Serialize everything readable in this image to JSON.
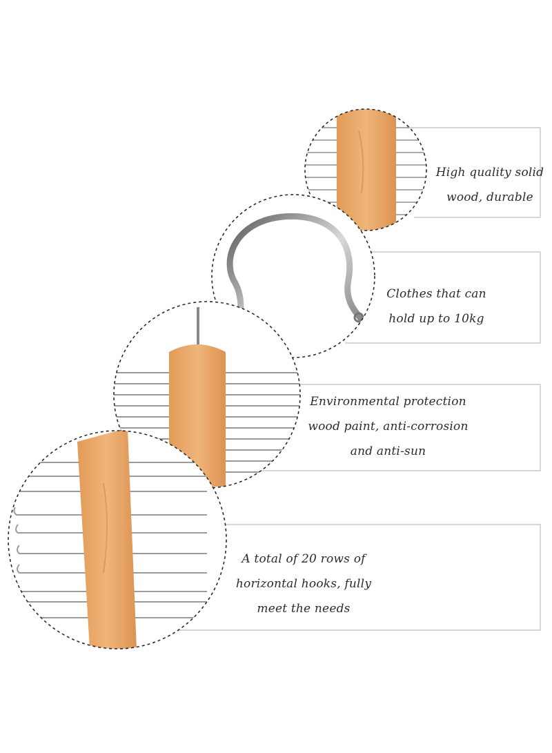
{
  "features": [
    {
      "id": "wood",
      "lines": [
        "High quality solid",
        "wood, durable"
      ]
    },
    {
      "id": "load",
      "lines": [
        "Clothes that can",
        "hold up to 10kg"
      ]
    },
    {
      "id": "paint",
      "lines": [
        "Environmental protection",
        "wood paint, anti-corrosion",
        "and anti-sun"
      ]
    },
    {
      "id": "rows",
      "lines": [
        "A total of 20 rows of",
        "horizontal hooks, fully",
        "meet the needs"
      ]
    }
  ],
  "colors": {
    "wood": "#e8a868",
    "wood_dark": "#d8935a",
    "metal": "#8a8a8a",
    "line": "#bdbdbd",
    "circle": "#2a2a2a"
  }
}
